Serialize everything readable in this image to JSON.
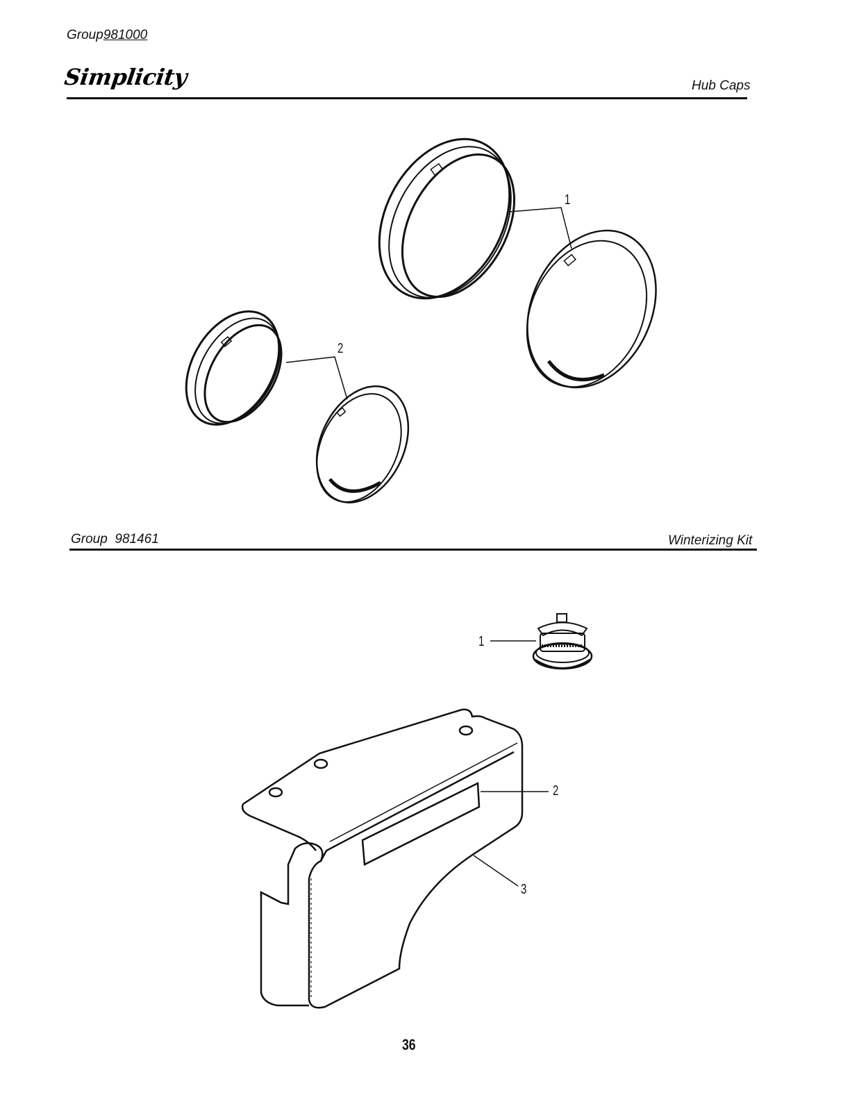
{
  "header": {
    "group_label": "Group",
    "group_number": "981000",
    "brand": "Simplicity",
    "section_title": "Hub Caps"
  },
  "hub_caps": {
    "callouts": [
      "1",
      "2"
    ]
  },
  "winterizing": {
    "group_label": "Group",
    "group_number": "981461",
    "section_title": "Winterizing Kit",
    "callouts": [
      "1",
      "2",
      "3"
    ]
  },
  "footer": {
    "page_number": "36"
  },
  "colors": {
    "ink": "#111111",
    "paper": "#ffffff"
  }
}
